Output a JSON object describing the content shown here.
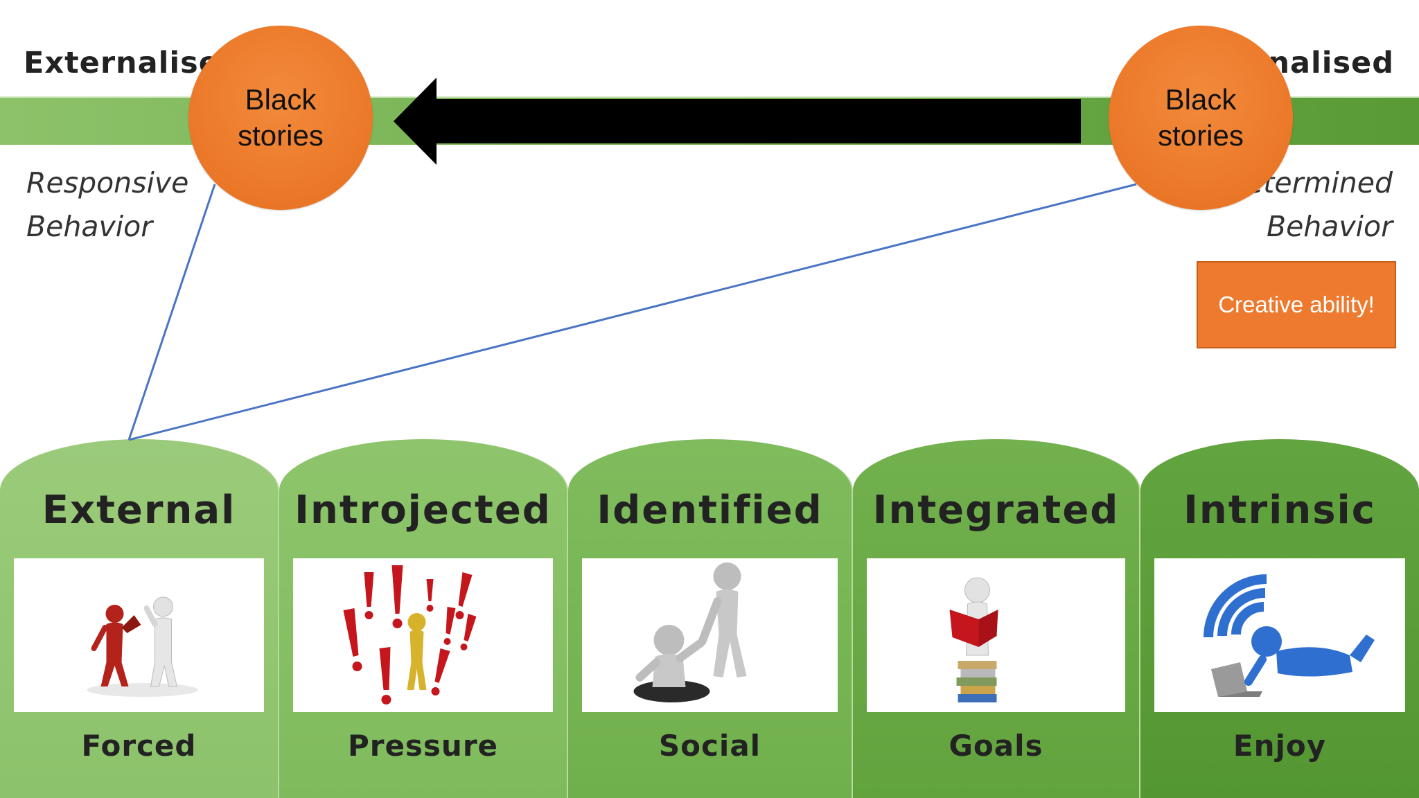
{
  "top": {
    "left_label": "Externalised",
    "right_label": "rnalised",
    "left_behavior": [
      "Responsive",
      "Behavior"
    ],
    "right_behavior": [
      "etermined",
      "Behavior"
    ]
  },
  "circles": {
    "left": [
      "Black",
      "stories"
    ],
    "right": [
      "Black",
      "stories"
    ]
  },
  "creative_box": "Creative ability!",
  "columns": [
    {
      "title": "External",
      "caption": "Forced",
      "image": "megaphone-figures-icon"
    },
    {
      "title": "Introjected",
      "caption": "Pressure",
      "image": "exclamation-marks-icon"
    },
    {
      "title": "Identified",
      "caption": "Social",
      "image": "helping-hand-icon"
    },
    {
      "title": "Integrated",
      "caption": "Goals",
      "image": "reading-figure-icon"
    },
    {
      "title": "Intrinsic",
      "caption": "Enjoy",
      "image": "laptop-wifi-icon"
    }
  ],
  "colors": {
    "band": "#6fad4a",
    "circle": "#ec7a2a",
    "creative_box": "#ed7a2e",
    "connector_line": "#4a74c4",
    "arrow": "#000000"
  }
}
